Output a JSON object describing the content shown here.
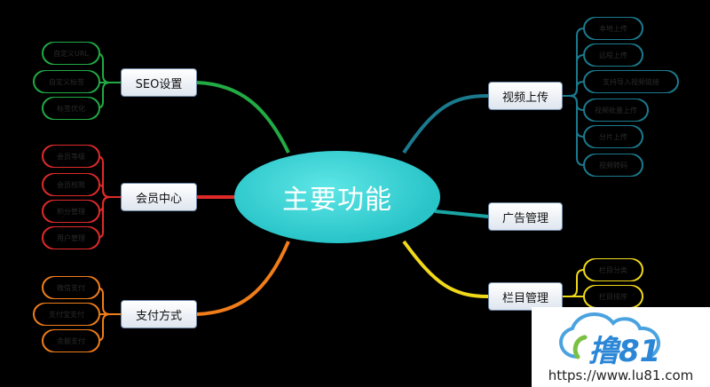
{
  "center": {
    "label": "主要功能",
    "color": "#2fcfd0"
  },
  "branches": {
    "seo": {
      "label": "SEO设置",
      "color": "#22aa44",
      "leaves": [
        "自定义URL",
        "自定义标签",
        "标签优化"
      ]
    },
    "member": {
      "label": "会员中心",
      "color": "#e02a2a",
      "leaves": [
        "会员等级",
        "会员权限",
        "积分管理",
        "用户管理"
      ]
    },
    "pay": {
      "label": "支付方式",
      "color": "#f07d1a",
      "leaves": [
        "微信支付",
        "支付宝支付",
        "余额支付"
      ]
    },
    "video": {
      "label": "视频上传",
      "color": "#1b7a8e",
      "leaves": [
        "本地上传",
        "远程上传",
        "支持导入视频链接",
        "视频批量上传",
        "分片上传",
        "视频转码"
      ]
    },
    "ads": {
      "label": "广告管理",
      "color": "#1aa5a5",
      "leaves": []
    },
    "column": {
      "label": "栏目管理",
      "color": "#f0d81a",
      "leaves": [
        "栏目分类",
        "栏目排序"
      ]
    }
  },
  "watermark": {
    "text": "撸81",
    "url": "https://www.lu81.com"
  }
}
